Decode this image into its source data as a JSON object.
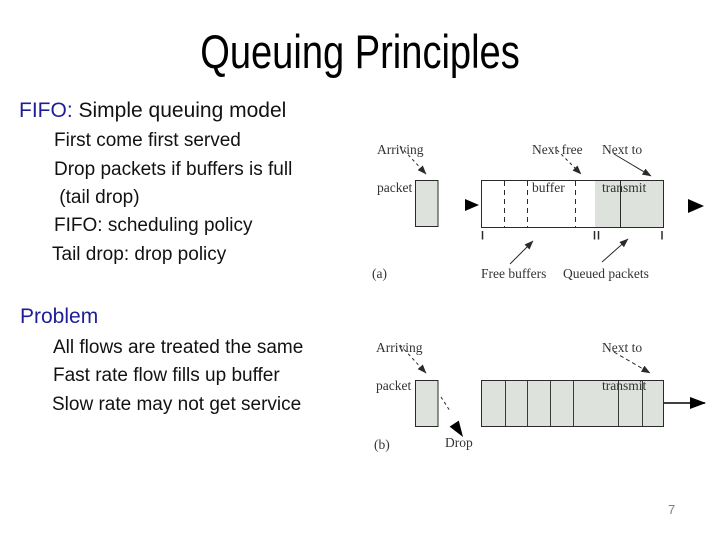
{
  "slide": {
    "title": "Queuing Principles",
    "page_number": "7"
  },
  "content": {
    "fifo_header": {
      "highlight": "FIFO:",
      "rest": " Simple queuing model"
    },
    "fifo_bullets": [
      "First come first served",
      "Drop packets if buffers is full",
      " (tail drop)",
      "FIFO: scheduling policy",
      "Tail drop: drop policy"
    ],
    "problem_header": "Problem",
    "problem_bullets": [
      "All flows are treated the same",
      "Fast rate flow fills up buffer",
      "Slow rate may not get service"
    ]
  },
  "figure": {
    "diagram_a": {
      "arriving_packet": [
        "Arriving",
        "packet"
      ],
      "next_free_buffer": [
        "Next free",
        "buffer"
      ],
      "next_to_transmit": [
        "Next to",
        "transmit"
      ],
      "free_buffers": "Free buffers",
      "queued_packets": "Queued packets",
      "caption": "(a)"
    },
    "diagram_b": {
      "arriving_packet": [
        "Arriving",
        "packet"
      ],
      "next_to_transmit": [
        "Next to",
        "transmit"
      ],
      "drop": "Drop",
      "caption": "(b)"
    }
  },
  "colors": {
    "header_navy": "#1e1e96",
    "body_text": "#121212",
    "buffer_fill": "#dde2dd",
    "figure_line": "#2a2a2a",
    "figure_text": "#333333",
    "page_number_gray": "#7f7f7f"
  }
}
